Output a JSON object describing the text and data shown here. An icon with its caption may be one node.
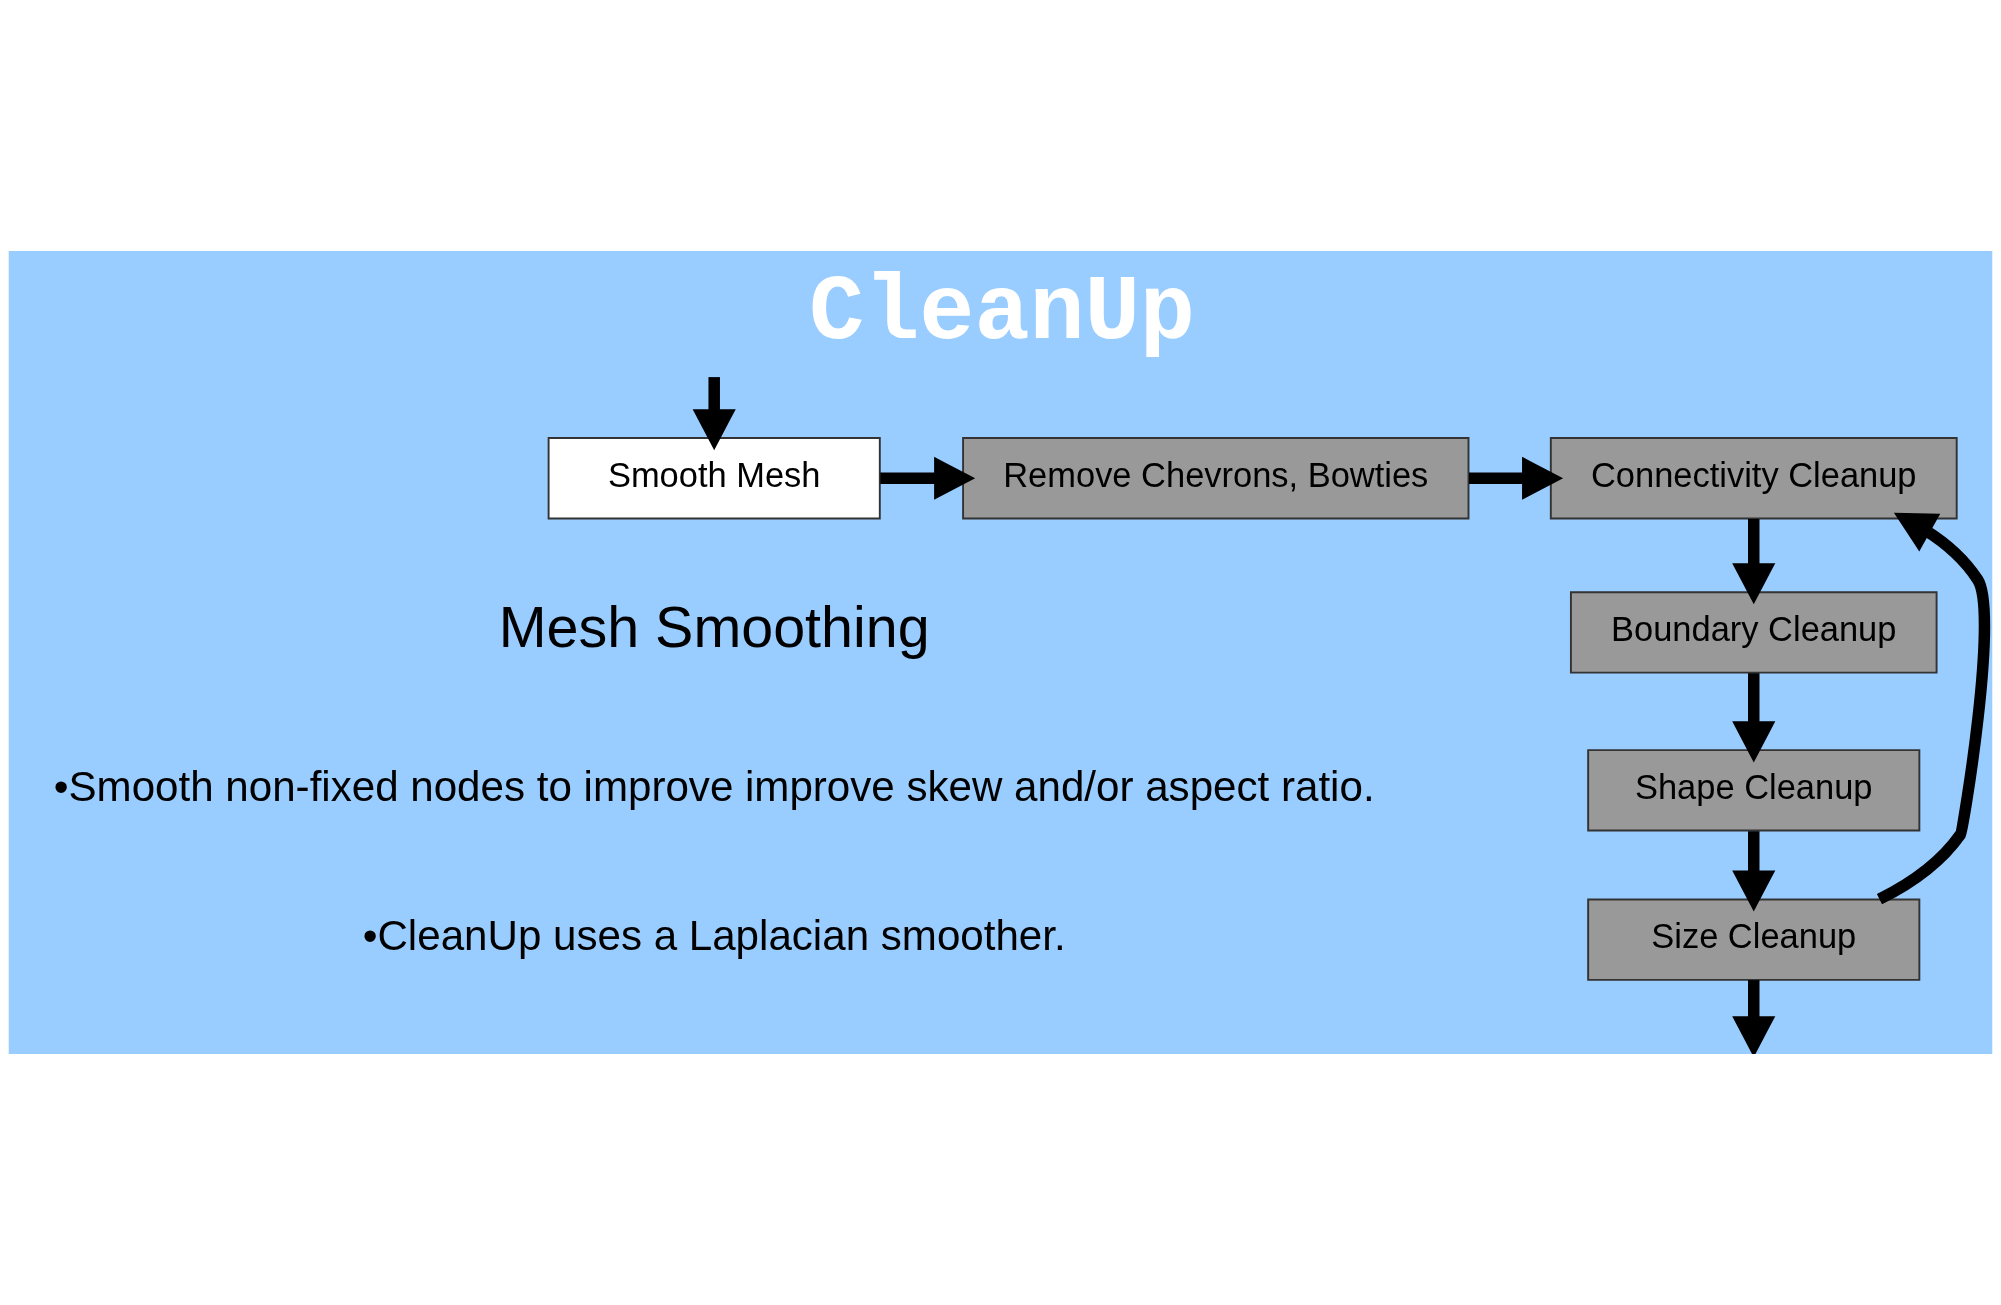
{
  "diagram": {
    "title": "CleanUp",
    "nodes": [
      {
        "text": [
          "Smooth Mesh"
        ]
      },
      {
        "text": [
          "Remove Chevrons, Bowties"
        ]
      },
      {
        "text": [
          "Connectivity Cleanup"
        ]
      },
      {
        "text": [
          "Boundary Cleanup"
        ]
      },
      {
        "text": [
          "Shape Cleanup"
        ]
      },
      {
        "text": [
          "Size Cleanup"
        ]
      }
    ],
    "edges": [
      {
        "from": null,
        "to": 0,
        "arrow": "to"
      },
      {
        "from": 0,
        "to": 1,
        "arrow": "to"
      },
      {
        "from": 1,
        "to": 2,
        "arrow": "to"
      },
      {
        "from": 2,
        "to": 3,
        "arrow": "to"
      },
      {
        "from": 3,
        "to": 4,
        "arrow": "to"
      },
      {
        "from": 4,
        "to": 5,
        "arrow": "to"
      },
      {
        "from": 5,
        "to": null,
        "arrow": "to"
      },
      {
        "from": 5,
        "to": 2,
        "arrow": "to"
      }
    ],
    "labels": [
      "Mesh Smoothing",
      "•Smooth non-fixed nodes to improve improve skew and/or aspect ratio.",
      "•CleanUp uses a Laplacian smoother."
    ]
  }
}
